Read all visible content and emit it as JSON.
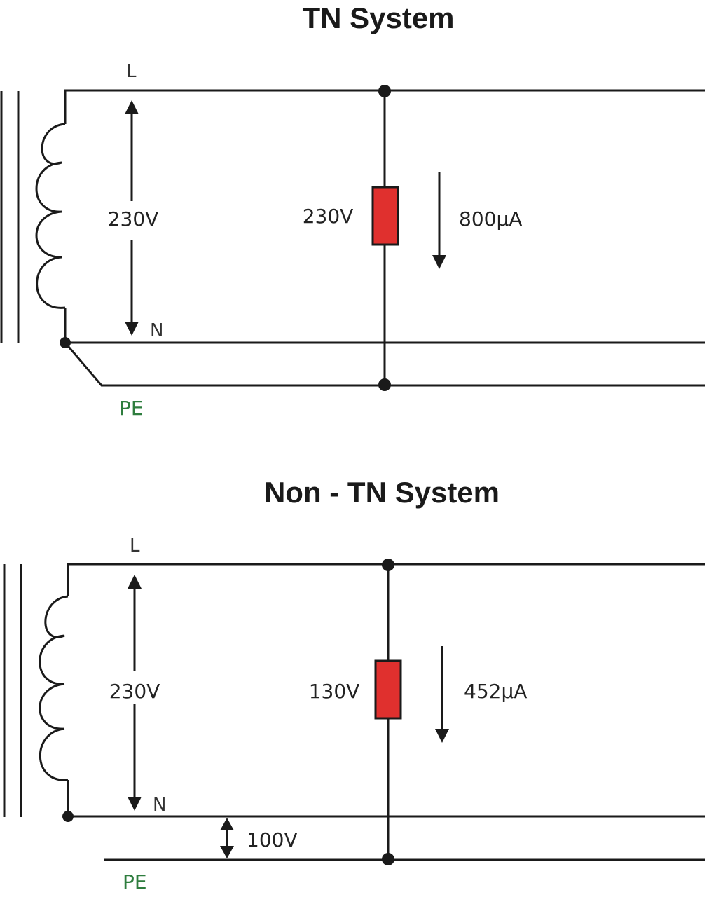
{
  "colors": {
    "wire": "#1a1a1a",
    "load": "#e0302e",
    "pe_label": "#2e7d3e"
  },
  "diagrams": [
    {
      "title": "TN System",
      "line_label": "L",
      "neutral_label": "N",
      "pe_label": "PE",
      "source_voltage": "230V",
      "load_voltage": "230V",
      "leakage_current": "800µA",
      "neutral_pe_bonded": true
    },
    {
      "title": "Non - TN System",
      "line_label": "L",
      "neutral_label": "N",
      "pe_label": "PE",
      "source_voltage": "230V",
      "load_voltage": "130V",
      "leakage_current": "452µA",
      "neutral_pe_bonded": false,
      "neutral_pe_voltage": "100V"
    }
  ]
}
